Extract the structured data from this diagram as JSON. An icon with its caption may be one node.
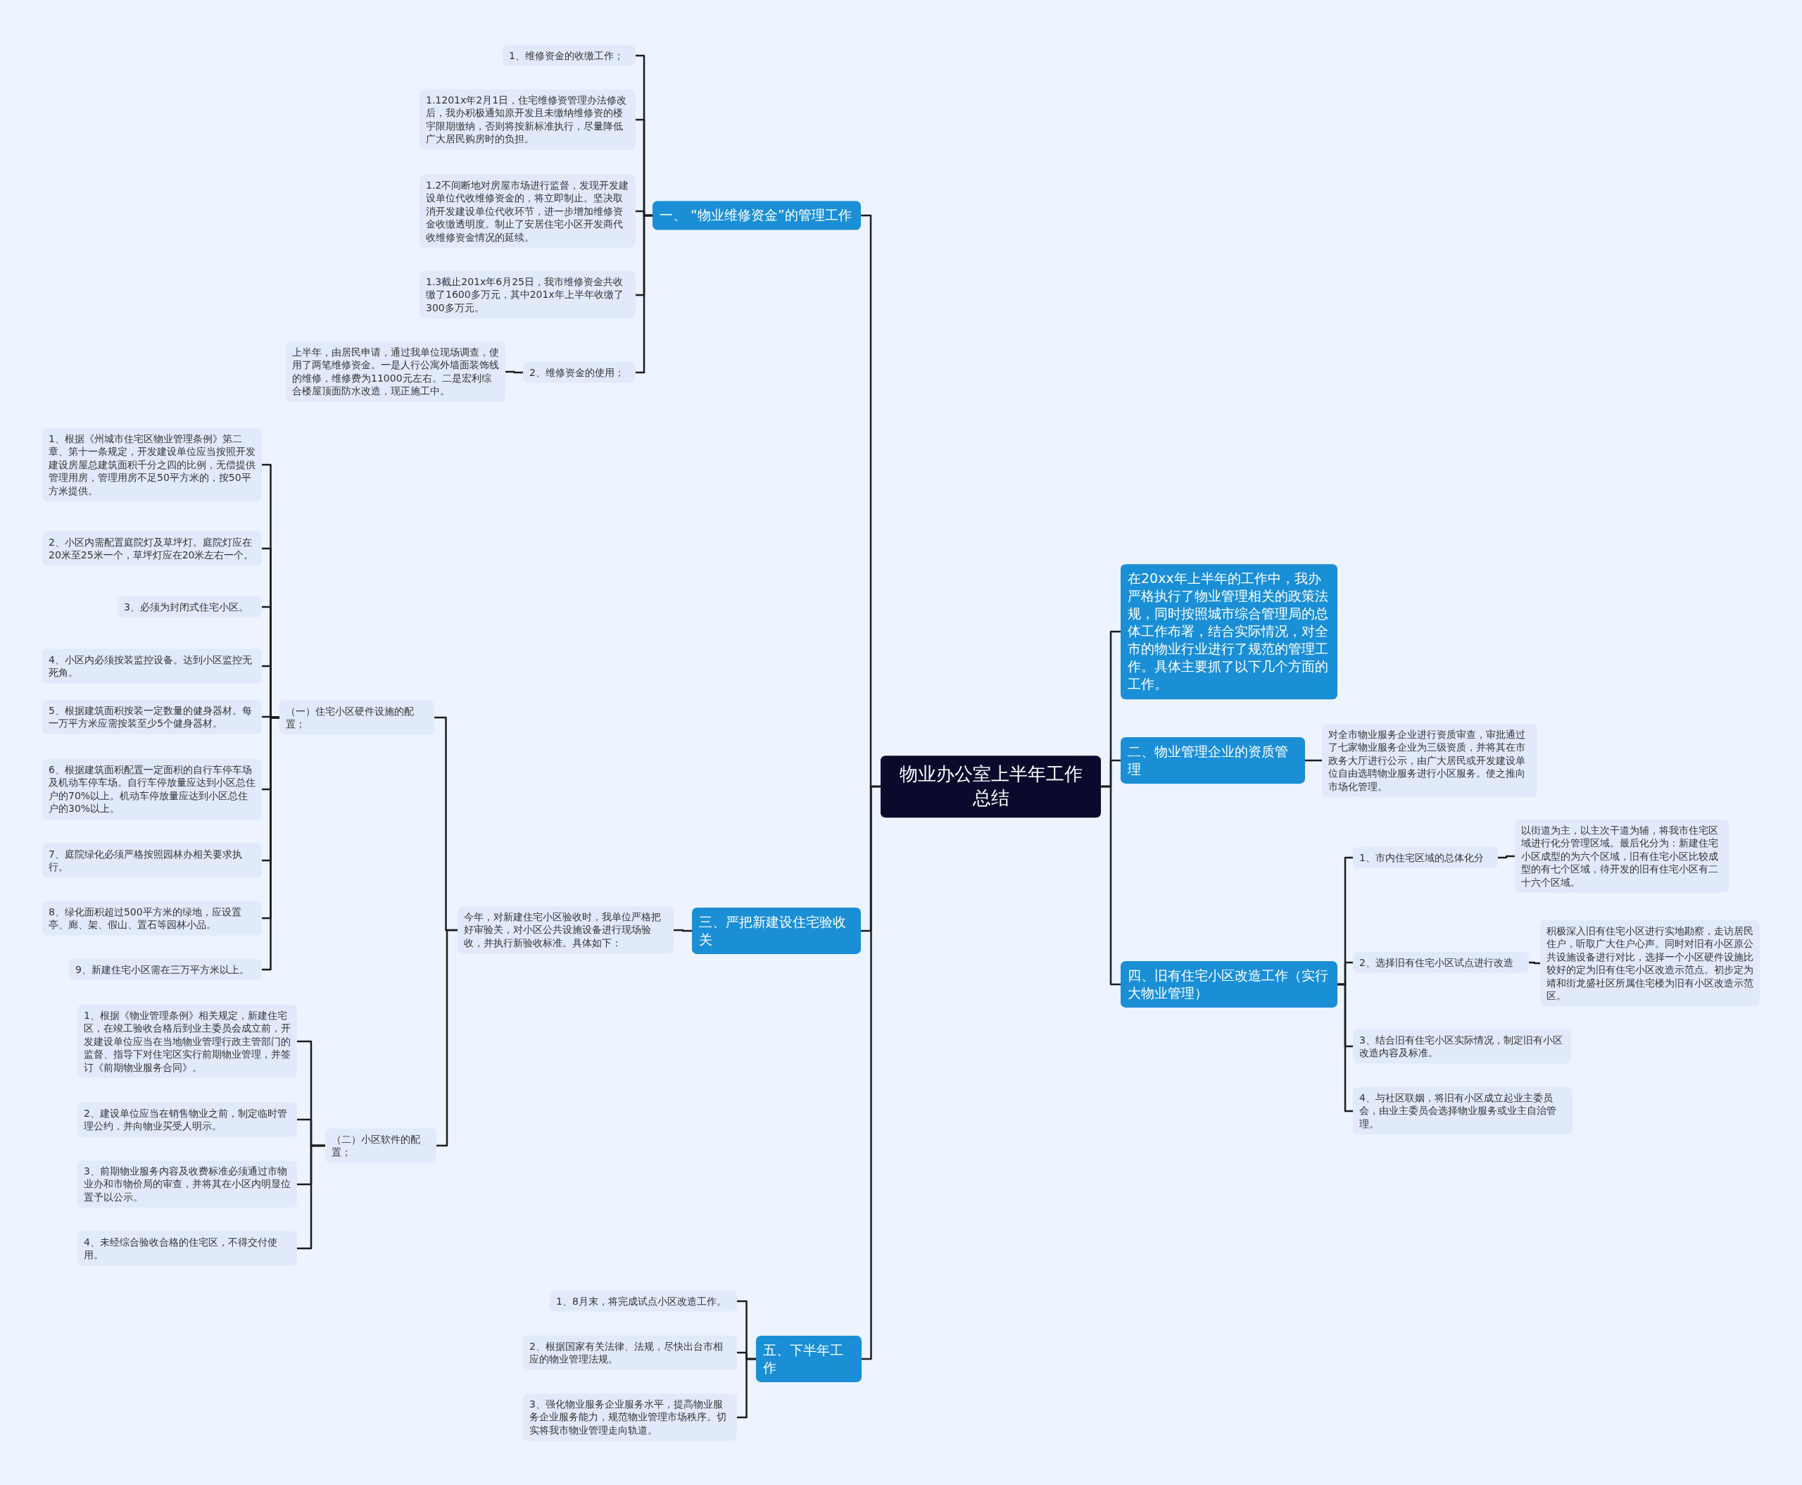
{
  "diagram": {
    "nodes": [
      {
        "text": [
          "物业办公室上半年工作总结"
        ]
      },
      {
        "text": [
          "在20xx年上半年的工作中，我办严格执行了物业管理相关的政策法规，同时按照城市综合管理局的总体工作布署，结合实际情况，对全市的物业行业进行了规范的管理工作。具体主要抓了以下几个方面的工作。"
        ]
      },
      {
        "text": [
          "二、物业管理企业的资质管理"
        ]
      },
      {
        "text": [
          "对全市物业服务企业进行资质审查，审批通过了七家物业服务企业为三级资质，并将其在市政务大厅进行公示，由广大居民或开发建设单位自由选聘物业服务进行小区服务。使之推向市场化管理。"
        ]
      },
      {
        "text": [
          "四、旧有住宅小区改造工作（实行大物业管理）"
        ]
      },
      {
        "text": [
          "1、市内住宅区域的总体化分"
        ]
      },
      {
        "text": [
          "以街道为主，以主次干道为辅，将我市住宅区域进行化分管理区域。最后化分为：新建住宅小区成型的为六个区域，旧有住宅小区比较成型的有七个区域，待开发的旧有住宅小区有二十六个区域。"
        ]
      },
      {
        "text": [
          "2、选择旧有住宅小区试点进行改造"
        ]
      },
      {
        "text": [
          "积极深入旧有住宅小区进行实地勘察，走访居民住户，听取广大住户心声。同时对旧有小区原公共设施设备进行对比，选择一个小区硬件设施比较好的定为旧有住宅小区改造示范点。初步定为靖和街龙盛社区所属住宅楼为旧有小区改造示范区。"
        ]
      },
      {
        "text": [
          "3、结合旧有住宅小区实际情况，制定旧有小区改造内容及标准。"
        ]
      },
      {
        "text": [
          "4、与社区联姻，将旧有小区成立起业主委员会，由业主委员会选择物业服务或业主自治管理。"
        ]
      },
      {
        "text": [
          "一、 “物业维修资金”的管理工作"
        ]
      },
      {
        "text": [
          "1、维修资金的收缴工作；"
        ]
      },
      {
        "text": [
          "1.1201x年2月1日，住宅维修资管理办法修改后，我办积极通知原开发且未缴纳维修资的楼宇限期缴纳，否则将按新标准执行，尽量降低广大居民购房时的负担。"
        ]
      },
      {
        "text": [
          "1.2不间断地对房屋市场进行监督，发现开发建设单位代收维修资金的，将立即制止。坚决取消开发建设单位代收环节，进一步增加维修资金收缴透明度。制止了安居住宅小区开发商代收维修资金情况的延续。"
        ]
      },
      {
        "text": [
          "1.3截止201x年6月25日，我市维修资金共收缴了1600多万元，其中201x年上半年收缴了300多万元。"
        ]
      },
      {
        "text": [
          "2、维修资金的使用；"
        ]
      },
      {
        "text": [
          "上半年，由居民申请，通过我单位现场调查，使用了两笔维修资金。一是人行公寓外墙面装饰线的维修，维修费为11000元左右。二是宏利综合楼屋顶面防水改造，现正施工中。"
        ]
      },
      {
        "text": [
          "三、严把新建设住宅验收关"
        ]
      },
      {
        "text": [
          "今年，对新建住宅小区验收时，我单位严格把好审验关，对小区公共设施设备进行现场验收，并执行新验收标准。具体如下："
        ]
      },
      {
        "text": [
          "（一）住宅小区硬件设施的配置；"
        ]
      },
      {
        "text": [
          "1、根据《州城市住宅区物业管理条例》第二章、第十一条规定，开发建设单位应当按照开发建设房屋总建筑面积千分之四的比例，无偿提供管理用房，管理用房不足50平方米的，按50平方米提供。"
        ]
      },
      {
        "text": [
          "2、小区内需配置庭院灯及草坪灯。庭院灯应在20米至25米一个，草坪灯应在20米左右一个。"
        ]
      },
      {
        "text": [
          "3、必须为封闭式住宅小区。"
        ]
      },
      {
        "text": [
          "4、小区内必须按装监控设备。达到小区监控无死角。"
        ]
      },
      {
        "text": [
          "5、根据建筑面积按装一定数量的健身器材。每一万平方米应需按装至少5个健身器材。"
        ]
      },
      {
        "text": [
          "6、根据建筑面积配置一定面积的自行车停车场及机动车停车场。自行车停放量应达到小区总住户的70%以上。机动车停放量应达到小区总住户的30%以上。"
        ]
      },
      {
        "text": [
          "7、庭院绿化必须严格按照园林办相关要求执行。"
        ]
      },
      {
        "text": [
          "8、绿化面积超过500平方米的绿地，应设置亭、廊、架、假山、置石等园林小品。"
        ]
      },
      {
        "text": [
          "9、新建住宅小区需在三万平方米以上。"
        ]
      },
      {
        "text": [
          "（二）小区软件的配置；"
        ]
      },
      {
        "text": [
          "1、根据《物业管理条例》相关规定，新建住宅区，在竣工验收合格后到业主委员会成立前，开发建设单位应当在当地物业管理行政主管部门的监督、指导下对住宅区实行前期物业管理，并签订《前期物业服务合同》。"
        ]
      },
      {
        "text": [
          "2、建设单位应当在销售物业之前，制定临时管理公约，并向物业买受人明示。"
        ]
      },
      {
        "text": [
          "3、前期物业服务内容及收费标准必须通过市物业办和市物价局的审查，并将其在小区内明显位置予以公示。"
        ]
      },
      {
        "text": [
          "4、未经综合验收合格的住宅区，不得交付使用。"
        ]
      },
      {
        "text": [
          "五、下半年工作"
        ]
      },
      {
        "text": [
          "1、8月末，将完成试点小区改造工作。"
        ]
      },
      {
        "text": [
          "2、根据国家有关法律、法规，尽快出台市相应的物业管理法规。"
        ]
      },
      {
        "text": [
          "3、强化物业服务企业服务水平，提高物业服务企业服务能力，规范物业管理市场秩序。切实将我市物业管理走向轨道。"
        ]
      }
    ],
    "edges": [
      {
        "from": 0,
        "to": 1,
        "arrow": "none"
      },
      {
        "from": 0,
        "to": 2,
        "arrow": "none"
      },
      {
        "from": 2,
        "to": 3,
        "arrow": "none"
      },
      {
        "from": 0,
        "to": 4,
        "arrow": "none"
      },
      {
        "from": 4,
        "to": 5,
        "arrow": "none"
      },
      {
        "from": 5,
        "to": 6,
        "arrow": "none"
      },
      {
        "from": 4,
        "to": 7,
        "arrow": "none"
      },
      {
        "from": 7,
        "to": 8,
        "arrow": "none"
      },
      {
        "from": 4,
        "to": 9,
        "arrow": "none"
      },
      {
        "from": 4,
        "to": 10,
        "arrow": "none"
      },
      {
        "from": 0,
        "to": 11,
        "arrow": "none"
      },
      {
        "from": 11,
        "to": 12,
        "arrow": "none"
      },
      {
        "from": 11,
        "to": 13,
        "arrow": "none"
      },
      {
        "from": 11,
        "to": 14,
        "arrow": "none"
      },
      {
        "from": 11,
        "to": 15,
        "arrow": "none"
      },
      {
        "from": 11,
        "to": 16,
        "arrow": "none"
      },
      {
        "from": 16,
        "to": 17,
        "arrow": "none"
      },
      {
        "from": 0,
        "to": 18,
        "arrow": "none"
      },
      {
        "from": 18,
        "to": 19,
        "arrow": "none"
      },
      {
        "from": 19,
        "to": 20,
        "arrow": "none"
      },
      {
        "from": 20,
        "to": 21,
        "arrow": "none"
      },
      {
        "from": 20,
        "to": 22,
        "arrow": "none"
      },
      {
        "from": 20,
        "to": 23,
        "arrow": "none"
      },
      {
        "from": 20,
        "to": 24,
        "arrow": "none"
      },
      {
        "from": 20,
        "to": 25,
        "arrow": "none"
      },
      {
        "from": 20,
        "to": 26,
        "arrow": "none"
      },
      {
        "from": 20,
        "to": 27,
        "arrow": "none"
      },
      {
        "from": 20,
        "to": 28,
        "arrow": "none"
      },
      {
        "from": 20,
        "to": 29,
        "arrow": "none"
      },
      {
        "from": 19,
        "to": 30,
        "arrow": "none"
      },
      {
        "from": 30,
        "to": 31,
        "arrow": "none"
      },
      {
        "from": 30,
        "to": 32,
        "arrow": "none"
      },
      {
        "from": 30,
        "to": 33,
        "arrow": "none"
      },
      {
        "from": 30,
        "to": 34,
        "arrow": "none"
      },
      {
        "from": 0,
        "to": 35,
        "arrow": "none"
      },
      {
        "from": 35,
        "to": 36,
        "arrow": "none"
      },
      {
        "from": 35,
        "to": 37,
        "arrow": "none"
      },
      {
        "from": 35,
        "to": 38,
        "arrow": "none"
      }
    ]
  }
}
